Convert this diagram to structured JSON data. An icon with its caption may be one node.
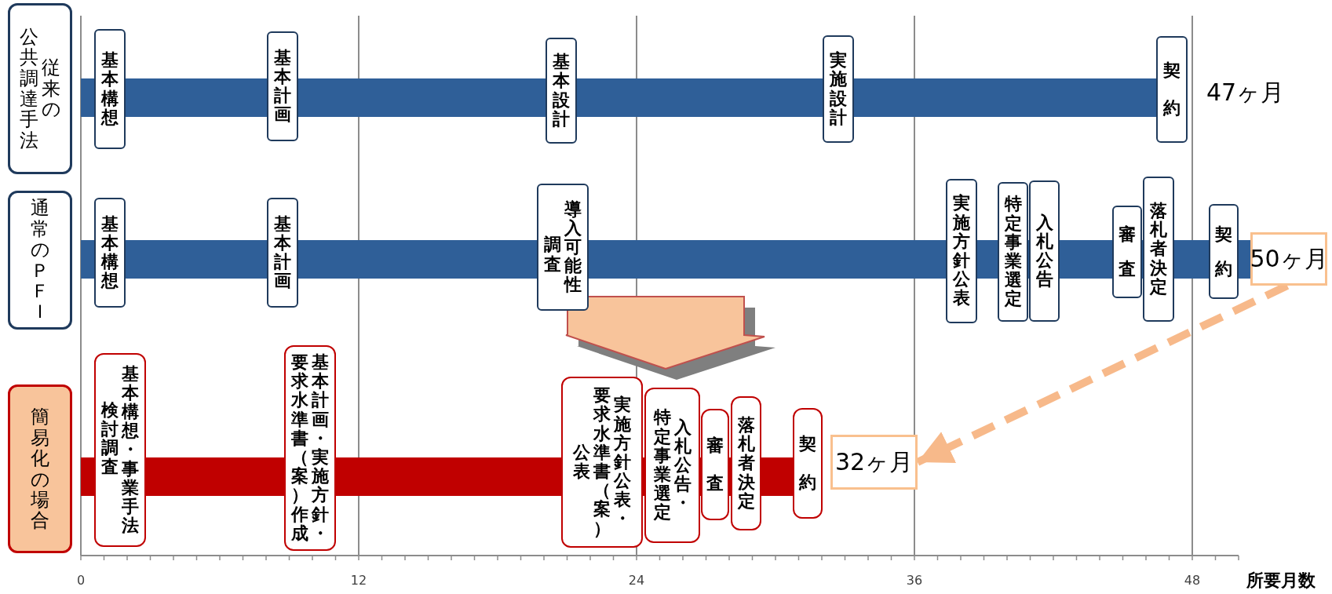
{
  "diagram": {
    "nodes": [
      {
        "text": [
          "公共調達手法",
          "従来の"
        ]
      },
      {
        "text": [
          "通常のＰＦＩ"
        ]
      },
      {
        "text": [
          "簡易化の場合"
        ]
      },
      {
        "text": [
          "基本構想"
        ]
      },
      {
        "text": [
          "基本計画"
        ]
      },
      {
        "text": [
          "基本設計"
        ]
      },
      {
        "text": [
          "実施設計"
        ]
      },
      {
        "text": [
          "契約"
        ],
        "beside": [
          "47ヶ月"
        ]
      },
      {
        "text": [
          "基本構想"
        ]
      },
      {
        "text": [
          "基本計画"
        ]
      },
      {
        "text": [
          "調査",
          "導入可能性"
        ]
      },
      {
        "text": [
          "実施方針公表"
        ]
      },
      {
        "text": [
          "特定事業選定"
        ]
      },
      {
        "text": [
          "入札公告"
        ]
      },
      {
        "text": [
          "審査"
        ]
      },
      {
        "text": [
          "落札者決定"
        ]
      },
      {
        "text": [
          "契約"
        ]
      },
      {
        "text": [
          "50ヶ月"
        ]
      },
      {
        "text": [
          "検討調査",
          "基本構想・事業手法"
        ]
      },
      {
        "text": [
          "要求水準書（案）作成",
          "基本計画・実施方針・"
        ]
      },
      {
        "text": [
          "公表",
          "要求水準書（案）",
          "実施方針公表・"
        ]
      },
      {
        "text": [
          "特定事業選定",
          "入札公告・"
        ]
      },
      {
        "text": [
          "審査"
        ]
      },
      {
        "text": [
          "落札者決定"
        ]
      },
      {
        "text": [
          "契約"
        ]
      },
      {
        "text": [
          "32ヶ月"
        ]
      }
    ],
    "edges": [
      {
        "from": 17,
        "to": 25,
        "arrow": "to",
        "style": "dashed",
        "color": "#f7b98a"
      }
    ],
    "labels": [
      "0",
      "12",
      "24",
      "36",
      "48",
      "所要月数"
    ]
  }
}
